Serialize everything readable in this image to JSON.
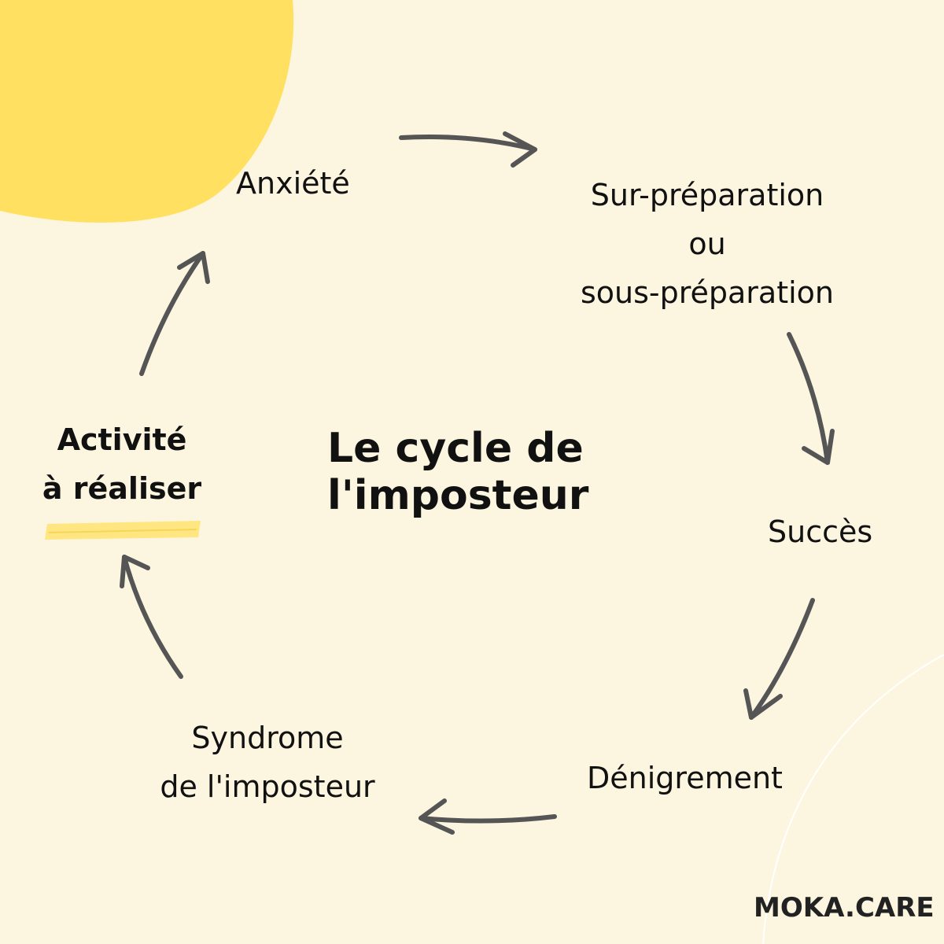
{
  "title": {
    "line1": "Le cycle de",
    "line2": "l'imposteur"
  },
  "nodes": {
    "anxiety": "Anxiété",
    "preparation": {
      "line1": "Sur-préparation",
      "line2": "ou",
      "line3": "sous-préparation"
    },
    "success": "Succès",
    "denigration": "Dénigrement",
    "syndrome": {
      "line1": "Syndrome",
      "line2": "de l'imposteur"
    },
    "activity": {
      "line1": "Activité",
      "line2": "à réaliser"
    }
  },
  "brand": "MOKA.CARE",
  "colors": {
    "background": "#FCF5DF",
    "blob": "#FFE060",
    "arrow": "#555555",
    "highlight": "#FFE680",
    "text": "#111111"
  }
}
